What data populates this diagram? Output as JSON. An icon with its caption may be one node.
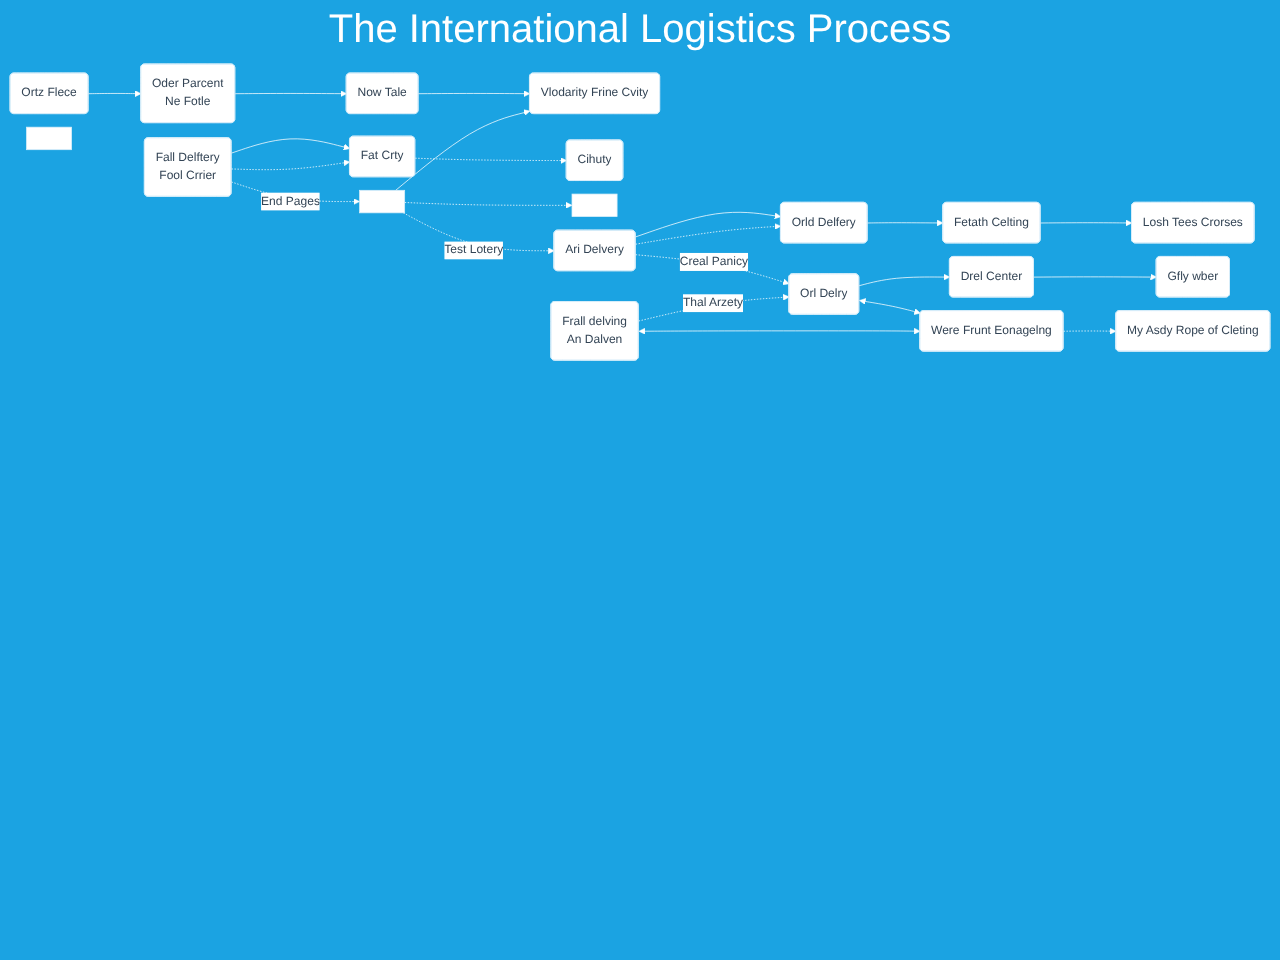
{
  "diagram": {
    "title": "The International Logistics Process",
    "nodes": [
      {
        "text": [
          "Ortz Flece"
        ]
      },
      {
        "text": [
          "Oder Parcent",
          "Ne Fotle"
        ]
      },
      {
        "text": [
          "Now Tale"
        ]
      },
      {
        "text": [
          "Vlodarity Frine Cvity"
        ]
      },
      {
        "text": [
          "Fall Delftery",
          "Fool Crrier"
        ]
      },
      {
        "text": [
          "Fat Crty"
        ]
      },
      {
        "text": [
          "Cihuty"
        ]
      },
      {
        "text": [],
        "shape": "box"
      },
      {
        "text": [],
        "shape": "box"
      },
      {
        "text": [],
        "shape": "box"
      },
      {
        "text": [
          "Ari Delvery"
        ]
      },
      {
        "text": [
          "Orld Delfery"
        ]
      },
      {
        "text": [
          "Fetath Celting"
        ]
      },
      {
        "text": [
          "Losh Tees Crorses"
        ]
      },
      {
        "text": [
          "Gfly wber"
        ]
      },
      {
        "text": [
          "Drel Center"
        ]
      },
      {
        "text": [
          "Orl Delry"
        ]
      },
      {
        "text": [
          "Frall delving",
          "An Dalven"
        ]
      },
      {
        "text": [
          "Were Frunt Eonagelng"
        ]
      },
      {
        "text": [
          "My Asdy Rope of Cleting"
        ]
      }
    ],
    "edges": [
      {
        "from": 0,
        "to": 1,
        "arrow": "to"
      },
      {
        "from": 1,
        "to": 2,
        "arrow": "to"
      },
      {
        "from": 2,
        "to": 3,
        "arrow": "to"
      },
      {
        "from": 4,
        "to": 5,
        "arrow": "to"
      },
      {
        "from": 5,
        "to": 6,
        "arrow": "to",
        "style": "dashed"
      },
      {
        "from": 4,
        "to": 9,
        "arrow": "to",
        "style": "dashed",
        "label": "End Pages"
      },
      {
        "from": 4,
        "to": 5,
        "arrow": "to",
        "style": "dashed"
      },
      {
        "from": 9,
        "to": 3,
        "arrow": "to"
      },
      {
        "from": 9,
        "to": 10,
        "arrow": "to",
        "style": "dashed",
        "label": "Test Lotery"
      },
      {
        "from": 9,
        "to": 8,
        "arrow": "to",
        "style": "dashed"
      },
      {
        "from": 10,
        "to": 11,
        "arrow": "to"
      },
      {
        "from": 11,
        "to": 12,
        "arrow": "to"
      },
      {
        "from": 12,
        "to": 13,
        "arrow": "to"
      },
      {
        "from": 10,
        "to": 16,
        "arrow": "to",
        "style": "dashed",
        "label": "Creal Panicy"
      },
      {
        "from": 10,
        "to": 11,
        "arrow": "to",
        "style": "dashed"
      },
      {
        "from": 16,
        "to": 15,
        "arrow": "to"
      },
      {
        "from": 15,
        "to": 14,
        "arrow": "to"
      },
      {
        "from": 17,
        "to": 16,
        "arrow": "to",
        "style": "dashed",
        "label": "Thal Arzety"
      },
      {
        "from": 16,
        "to": 18,
        "arrow": "both"
      },
      {
        "from": 17,
        "to": 18,
        "arrow": "both"
      },
      {
        "from": 18,
        "to": 19,
        "arrow": "to",
        "style": "dashed"
      }
    ]
  }
}
